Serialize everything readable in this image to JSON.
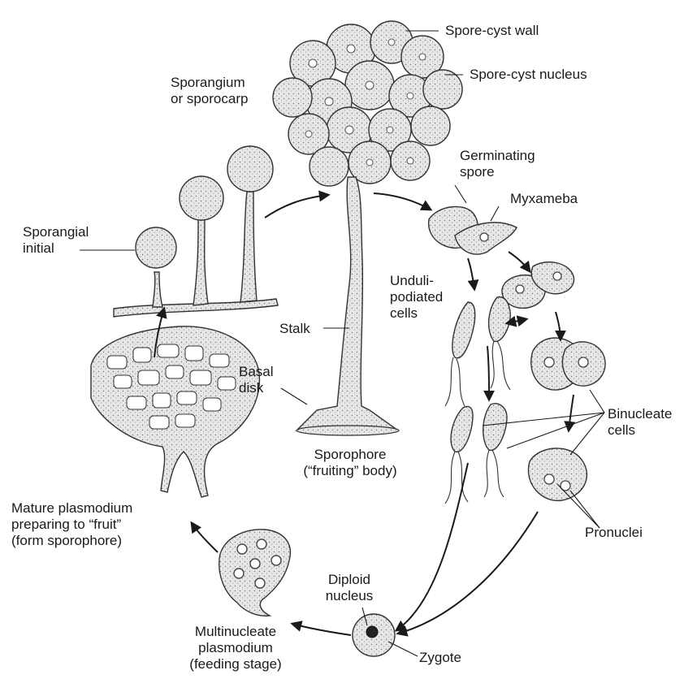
{
  "labels": {
    "spore_cyst_wall": "Spore-cyst wall",
    "spore_cyst_nucleus": "Spore-cyst nucleus",
    "sporangium_line1": "Sporangium",
    "sporangium_line2": "or sporocarp",
    "germinating_line1": "Germinating",
    "germinating_line2": "spore",
    "myxameba": "Myxameba",
    "sporangial_line1": "Sporangial",
    "sporangial_line2": "initial",
    "unduli_line1": "Unduli-",
    "unduli_line2": "podiated",
    "unduli_line3": "cells",
    "stalk": "Stalk",
    "basal_line1": "Basal",
    "basal_line2": "disk",
    "binucleate_line1": "Binucleate",
    "binucleate_line2": "cells",
    "sporophore_line1": "Sporophore",
    "sporophore_line2": "(“fruiting” body)",
    "mature_line1": "Mature plasmodium",
    "mature_line2": "preparing to “fruit”",
    "mature_line3": "(form sporophore)",
    "pronuclei": "Pronuclei",
    "diploid_line1": "Diploid",
    "diploid_line2": "nucleus",
    "multinucleate_line1": "Multinucleate",
    "multinucleate_line2": "plasmodium",
    "multinucleate_line3": "(feeding stage)",
    "zygote": "Zygote"
  },
  "colors": {
    "ink": "#1a1a1a",
    "cell_fill": "#dcdcdc",
    "cell_stroke": "#333333",
    "nucleus": "#555555"
  }
}
